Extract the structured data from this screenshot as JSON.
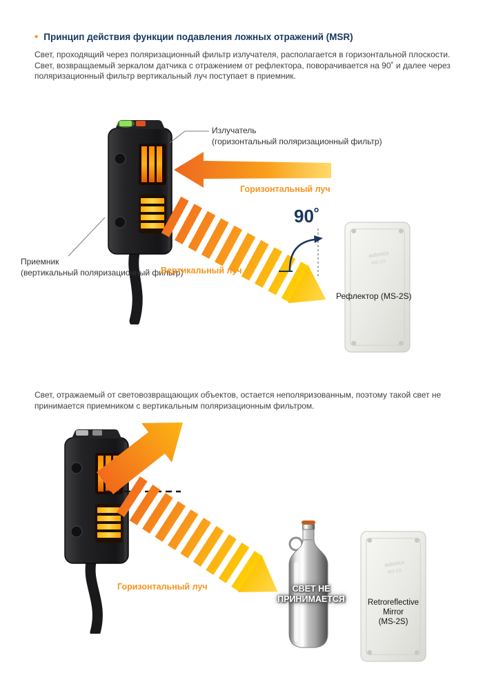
{
  "colors": {
    "title_navy": "#17365d",
    "accent_orange": "#f7941d",
    "beam_orange": "#f3701d",
    "beam_yellow": "#ffd005",
    "text": "#404040"
  },
  "header": {
    "bullet": "•",
    "title": "Принцип действия функции подавления ложных отражений (MSR)",
    "intro": "Свет, проходящий через поляризационный фильтр излучателя, располагается в горизонтальной плоскости. Свет, возвращаемый зеркалом датчика с отражением от рефлектора, поворачивается на 90˚ и далее через поляризационный фильтр вертикальный луч поступает в приемник."
  },
  "diagram1": {
    "emitter_label": {
      "line1": "Излучатель",
      "line2": "(горизонтальный поляризационный фильтр)"
    },
    "receiver_label": {
      "line1": "Приемник",
      "line2": "(вертикальный поляризационный фильтр)"
    },
    "horizontal_beam_label": "Горизонтальный луч",
    "vertical_beam_label": "Вертикальный луч",
    "rotation_angle": "90˚",
    "reflector_label": "Рефлектор (MS-2S)",
    "watermark": {
      "line1": "autonics",
      "line2": "MS-2S"
    }
  },
  "section2": {
    "text": "Свет, отражаемый от световозвращающих объектов, остается неполяризованным, поэтому такой свет не принимается приемником с вертикальным поляризационным фильтром."
  },
  "diagram2": {
    "horizontal_beam_label": "Горизонтальный луч",
    "rejected_label": {
      "line1": "СВЕТ НЕ",
      "line2": "ПРИНИМАЕТСЯ"
    },
    "mirror_label": {
      "line1": "Retroreflective",
      "line2": "Mirror",
      "line3": "(MS-2S)"
    },
    "watermark": {
      "line1": "autonics",
      "line2": "MS-2S"
    }
  }
}
